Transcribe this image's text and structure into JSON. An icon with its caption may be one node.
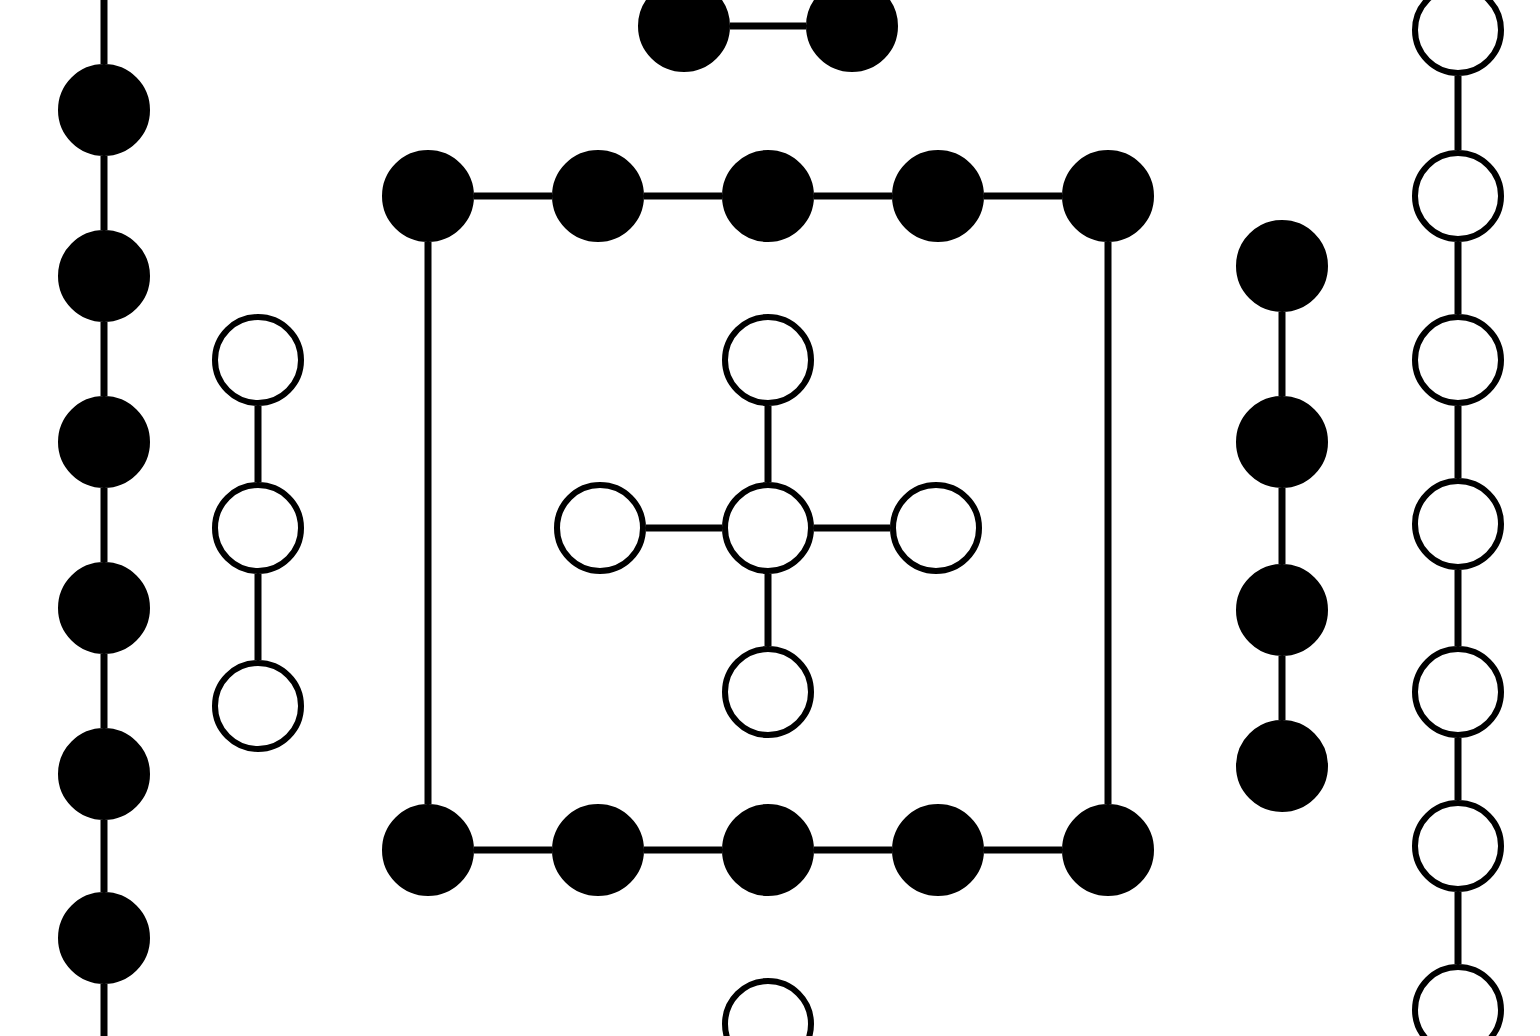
{
  "diagram": {
    "nodes": [
      {
        "text": [],
        "shape": "dot"
      },
      {
        "text": [],
        "shape": "dot"
      },
      {
        "text": [],
        "shape": "dot"
      },
      {
        "text": [],
        "shape": "dot"
      },
      {
        "text": [],
        "shape": "dot"
      },
      {
        "text": [],
        "shape": "dot"
      },
      {
        "text": [],
        "shape": "dot"
      },
      {
        "text": [],
        "shape": "dot"
      },
      {
        "text": [],
        "shape": "dot"
      },
      {
        "text": [],
        "shape": "dot"
      },
      {
        "text": [],
        "shape": "dot"
      },
      {
        "text": [],
        "shape": "dot"
      },
      {
        "text": [],
        "shape": "dot"
      },
      {
        "text": [],
        "shape": "circle"
      },
      {
        "text": [],
        "shape": "circle"
      },
      {
        "text": [],
        "shape": "circle"
      },
      {
        "text": [],
        "shape": "circle"
      },
      {
        "text": [],
        "shape": "circle"
      },
      {
        "text": [],
        "shape": "circle"
      },
      {
        "text": [],
        "shape": "circle"
      },
      {
        "text": [],
        "shape": "circle"
      },
      {
        "text": [],
        "shape": "dot"
      },
      {
        "text": [],
        "shape": "dot"
      },
      {
        "text": [],
        "shape": "dot"
      },
      {
        "text": [],
        "shape": "dot"
      },
      {
        "text": [],
        "shape": "circle"
      },
      {
        "text": [],
        "shape": "circle"
      },
      {
        "text": [],
        "shape": "circle"
      },
      {
        "text": [],
        "shape": "circle"
      },
      {
        "text": [],
        "shape": "circle"
      },
      {
        "text": [],
        "shape": "circle"
      },
      {
        "text": [],
        "shape": "circle"
      },
      {
        "text": [],
        "shape": "dot"
      },
      {
        "text": [],
        "shape": "dot"
      },
      {
        "text": [],
        "shape": "dot"
      },
      {
        "text": [],
        "shape": "dot"
      },
      {
        "text": [],
        "shape": "dot"
      },
      {
        "text": [],
        "shape": "circle"
      }
    ],
    "edges": [
      {
        "from": 0,
        "to": 1,
        "arrow": "none"
      },
      {
        "from": null,
        "to": 2,
        "arrow": "none"
      },
      {
        "from": 2,
        "to": 3,
        "arrow": "none"
      },
      {
        "from": 3,
        "to": 4,
        "arrow": "none"
      },
      {
        "from": 4,
        "to": 5,
        "arrow": "none"
      },
      {
        "from": 5,
        "to": 6,
        "arrow": "none"
      },
      {
        "from": 6,
        "to": 7,
        "arrow": "none"
      },
      {
        "from": 7,
        "to": null,
        "arrow": "none"
      },
      {
        "from": 8,
        "to": 9,
        "arrow": "none"
      },
      {
        "from": 9,
        "to": 10,
        "arrow": "none"
      },
      {
        "from": 10,
        "to": 11,
        "arrow": "none"
      },
      {
        "from": 11,
        "to": 12,
        "arrow": "none"
      },
      {
        "from": 8,
        "to": 32,
        "arrow": "none"
      },
      {
        "from": 12,
        "to": 36,
        "arrow": "none"
      },
      {
        "from": 13,
        "to": 14,
        "arrow": "none"
      },
      {
        "from": 14,
        "to": 15,
        "arrow": "none"
      },
      {
        "from": 18,
        "to": 16,
        "arrow": "none"
      },
      {
        "from": 18,
        "to": 17,
        "arrow": "none"
      },
      {
        "from": 18,
        "to": 19,
        "arrow": "none"
      },
      {
        "from": 18,
        "to": 20,
        "arrow": "none"
      },
      {
        "from": 21,
        "to": 22,
        "arrow": "none"
      },
      {
        "from": 22,
        "to": 23,
        "arrow": "none"
      },
      {
        "from": 23,
        "to": 24,
        "arrow": "none"
      },
      {
        "from": 25,
        "to": 26,
        "arrow": "none"
      },
      {
        "from": 26,
        "to": 27,
        "arrow": "none"
      },
      {
        "from": 27,
        "to": 28,
        "arrow": "none"
      },
      {
        "from": 28,
        "to": 29,
        "arrow": "none"
      },
      {
        "from": 29,
        "to": 30,
        "arrow": "none"
      },
      {
        "from": 30,
        "to": 31,
        "arrow": "none"
      },
      {
        "from": 32,
        "to": 33,
        "arrow": "none"
      },
      {
        "from": 33,
        "to": 34,
        "arrow": "none"
      },
      {
        "from": 34,
        "to": 35,
        "arrow": "none"
      },
      {
        "from": 35,
        "to": 36,
        "arrow": "none"
      }
    ]
  }
}
